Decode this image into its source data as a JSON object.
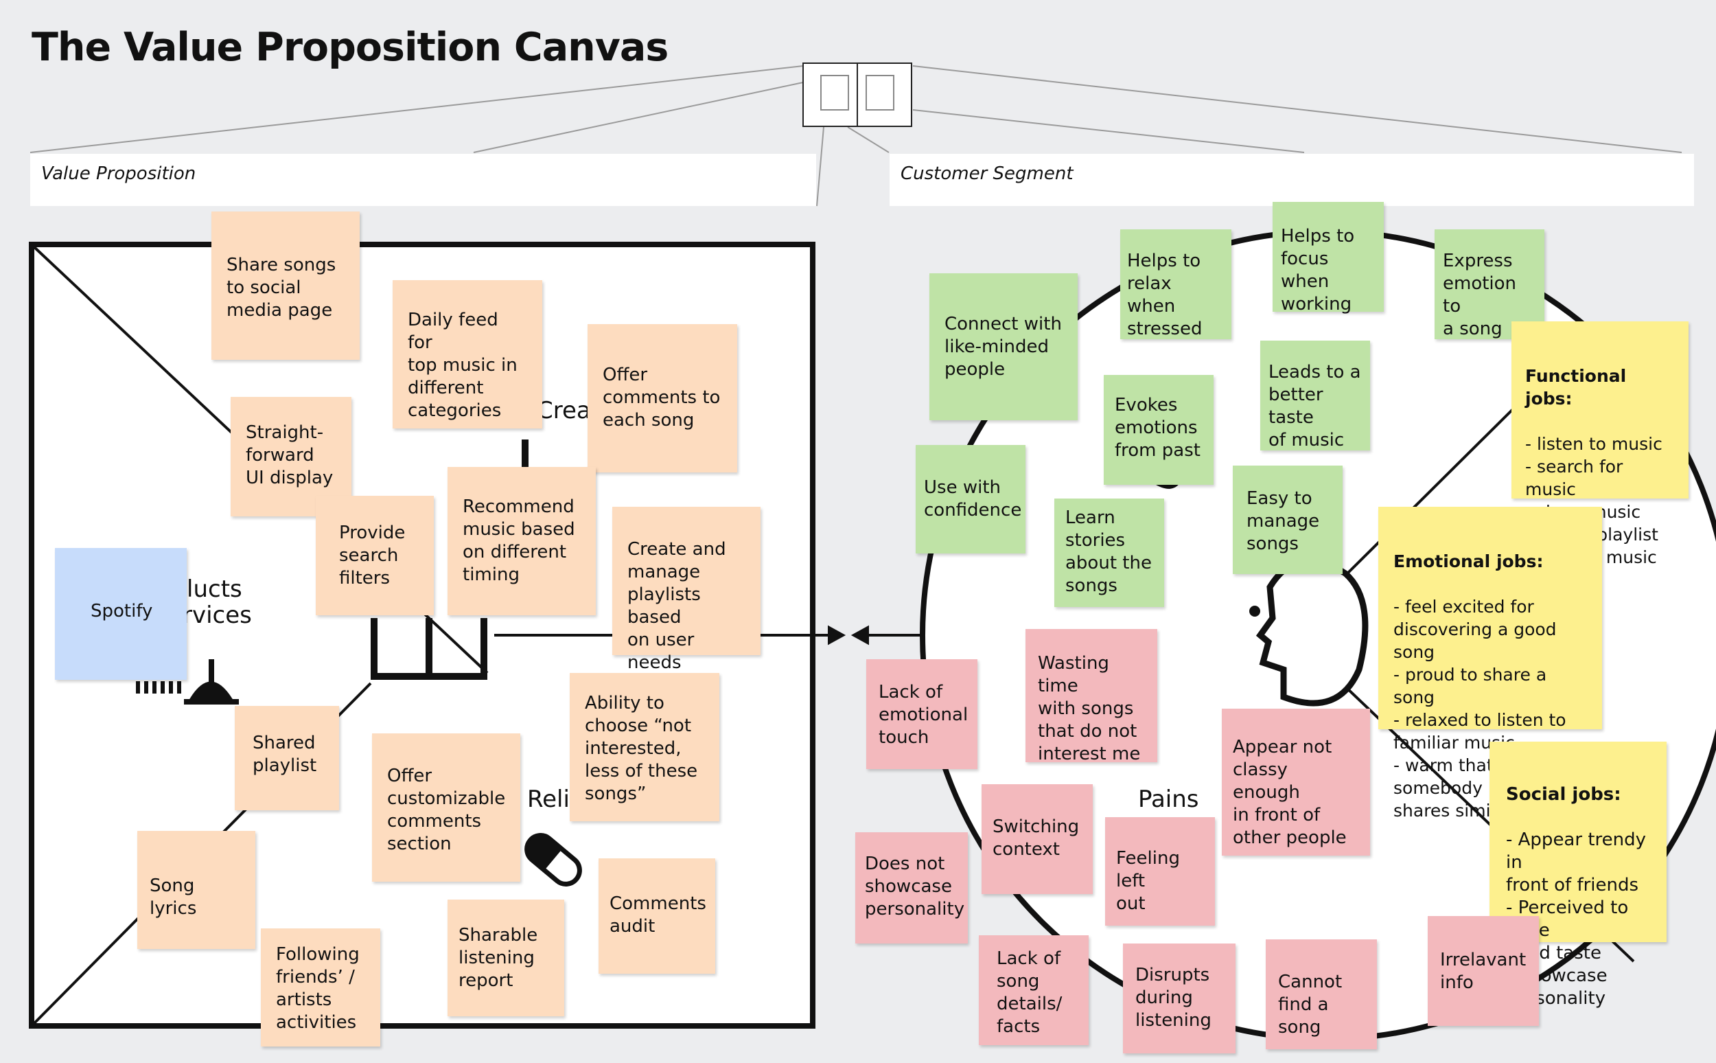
{
  "title": "The Value Proposition Canvas",
  "headers": {
    "value_proposition": "Value Proposition",
    "customer_segment": "Customer Segment"
  },
  "labels": {
    "products_line1": "lucts",
    "products_line2": "rvices",
    "gain_creators": "Creat",
    "pain_relievers": "Reli",
    "pains": "Pains"
  },
  "colors": {
    "value_notes": "#fddcbf",
    "gains": "#bfe3a6",
    "pains": "#f3b9bd",
    "jobs": "#fdf08e",
    "product": "#c7dcfb"
  },
  "notes": {
    "spotify": "Spotify",
    "share_songs": "Share songs\nto social\nmedia page",
    "daily_feed": "Daily feed for\ntop music in\ndifferent\ncategories",
    "offer_comments": "Offer\ncomments to\neach song",
    "straightforward_ui": "Straight-\nforward\nUI display",
    "search_filters": "Provide\nsearch\nfilters",
    "recommend_music": "Recommend\nmusic based\non different\ntiming",
    "create_playlists": "Create and\nmanage\nplaylists based\non user needs",
    "shared_playlist": "Shared\nplaylist",
    "customizable_comments": "Offer\ncustomizable\ncomments\nsection",
    "not_interested": "Ability to\nchoose “not\ninterested,\nless of these\nsongs”",
    "song_lyrics": "Song lyrics",
    "following_friends": "Following\nfriends’ /\nartists\nactivities",
    "sharable_report": "Sharable\nlistening\nreport",
    "comments_audit": "Comments\naudit",
    "connect_people": "Connect with\nlike-minded\npeople",
    "relax_stressed": "Helps to\nrelax when\nstressed",
    "focus_working": "Helps to\nfocus when\nworking",
    "express_emotion": "Express\nemotion to\na song",
    "evokes_emotions": "Evokes\nemotions\nfrom past",
    "better_taste": "Leads to a\nbetter taste\nof music",
    "use_confidence": "Use with\nconfidence",
    "learn_stories": "Learn\nstories\nabout the\nsongs",
    "easy_manage": "Easy to\nmanage\nsongs",
    "lack_emotional": "Lack of\nemotional\ntouch",
    "wasting_time": "Wasting time\nwith songs\nthat do not\ninterest me",
    "not_classy": "Appear not\nclassy enough\nin front of\nother people",
    "switching_context": "Switching\ncontext",
    "feeling_left_out": "Feeling left\nout",
    "not_showcase": "Does not\nshowcase\npersonality",
    "lack_details": "Lack of\nsong\ndetails/\nfacts",
    "disrupts_listening": "Disrupts\nduring\nlistening",
    "cannot_find": "Cannot\nfind a song",
    "irrelevant_info": "Irrelavant\ninfo"
  },
  "jobs": {
    "functional_title": "Functional jobs:",
    "functional_body": "- listen to music\n- search for music\n- share music\n- create playlist\n- explore music",
    "emotional_title": "Emotional jobs:",
    "emotional_body": "- feel excited for\ndiscovering a good song\n- proud to share a song\n- relaxed to listen to\nfamiliar music\n- warm that somebody\nshares similar playlist",
    "social_title": "Social jobs:",
    "social_body": "- Appear trendy in\nfront of friends\n- Perceived to have\ngood taste\n- Showcase\npersonality"
  }
}
